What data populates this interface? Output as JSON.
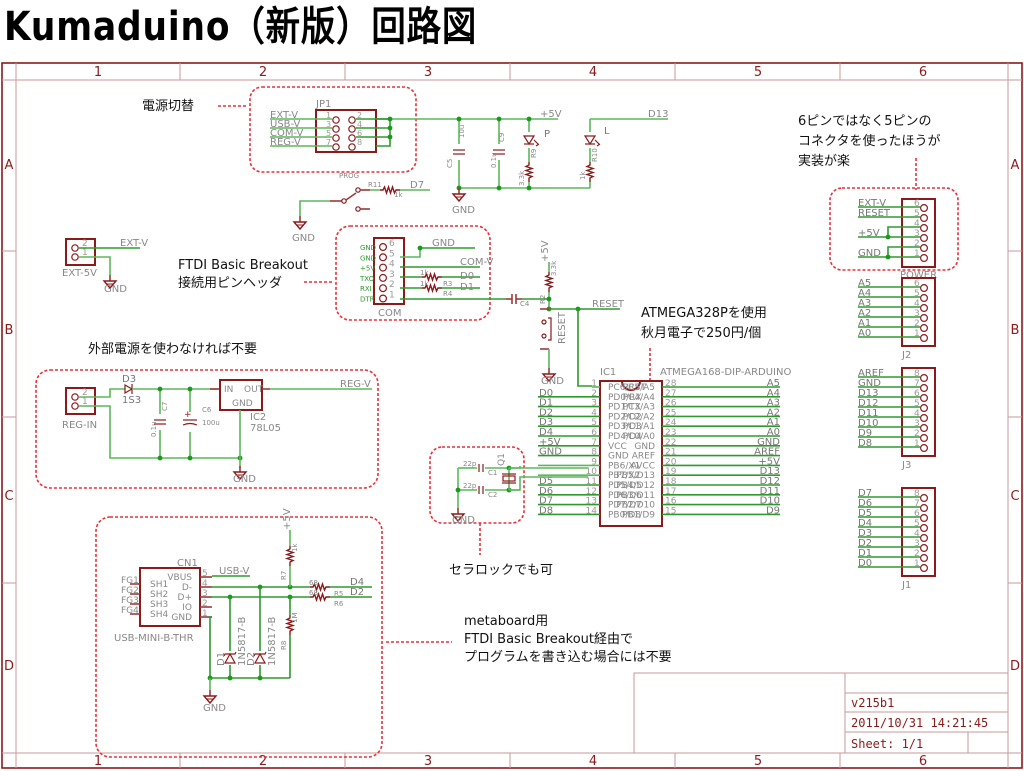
{
  "title": "Kumaduino（新版）回路図",
  "frame": {
    "columns": [
      "1",
      "2",
      "3",
      "4",
      "5",
      "6"
    ],
    "rows": [
      "A",
      "B",
      "C",
      "D"
    ]
  },
  "title_block": {
    "version": "v215b1",
    "datetime": "2011/10/31 14:21:45",
    "sheet": "Sheet: 1/1"
  },
  "notes": {
    "power_switch": "電源切替",
    "ftdi_line1": "FTDI Basic Breakout",
    "ftdi_line2": "接続用ピンヘッダ",
    "ext_power": "外部電源を使わなければ不要",
    "atmega_line1": "ATMEGA328Pを使用",
    "atmega_line2": "秋月電子で250円/個",
    "ceralock": "セラロックでも可",
    "six_pin_line1": "6ピンではなく5ピンの",
    "six_pin_line2": "コネクタを使ったほうが",
    "six_pin_line3": "実装が楽",
    "metaboard_line1": "metaboard用",
    "metaboard_line2": "FTDI Basic Breakout経由で",
    "metaboard_line3": "プログラムを書き込む場合には不要"
  },
  "jp1": {
    "name": "JP1",
    "nets": [
      "EXT-V",
      "USB-V",
      "COM-V",
      "REG-V"
    ],
    "pins_left": [
      "1",
      "3",
      "5",
      "7"
    ],
    "pins_right": [
      "2",
      "4",
      "6",
      "8"
    ]
  },
  "power_rail": {
    "net": "+5V",
    "gnd": "GND",
    "c5": {
      "name": "C5",
      "value": "10u"
    },
    "c9": {
      "name": "C9",
      "value": "0.1u"
    },
    "led_p": {
      "name": "P",
      "res": "R9",
      "value": "3.3k"
    },
    "led_l": {
      "name": "L",
      "res": "R10",
      "value": "1k",
      "net": "D13"
    }
  },
  "prog": {
    "name": "PROG",
    "res": "R11",
    "value": "1k",
    "net": "D7",
    "gnd": "GND"
  },
  "ext5v": {
    "name": "EXT-5V",
    "net": "EXT-V",
    "gnd": "GND",
    "pins": [
      "2",
      "1"
    ]
  },
  "com": {
    "name": "COM",
    "pins": [
      {
        "label": "GND",
        "num": "6"
      },
      {
        "label": "GND",
        "num": "5"
      },
      {
        "label": "+5V",
        "num": "4"
      },
      {
        "label": "TXO",
        "num": "3"
      },
      {
        "label": "RXI",
        "num": "2"
      },
      {
        "label": "DTR",
        "num": "1"
      }
    ],
    "gnd": "GND",
    "com_v": "COM-V",
    "d0": "D0",
    "d1": "D1",
    "r3": "R3",
    "r4": "R4",
    "r_value": "1k",
    "c4": "C4"
  },
  "reset": {
    "vcc": "+5V",
    "r2": "R2",
    "r2_value": "3.3k",
    "net": "RESET",
    "button": "RESET",
    "gnd": "GND"
  },
  "regulator": {
    "connector": "REG-IN",
    "pins": [
      "2",
      "1"
    ],
    "diode": "D3",
    "diode_value": "1S3",
    "c7": {
      "name": "C7",
      "value": "0.1u"
    },
    "c6": {
      "name": "C6",
      "value": "100u"
    },
    "ic": "IC2",
    "ic_value": "78L05",
    "in": "IN",
    "out": "OUT",
    "ic_gnd": "GND",
    "net": "REG-V",
    "gnd": "GND"
  },
  "ic1": {
    "name": "IC1",
    "value": "ATMEGA168-DIP-ARDUINO",
    "left": [
      {
        "num": "1",
        "pin": "PC6/RST",
        "net": ""
      },
      {
        "num": "2",
        "pin": "PD0/RX",
        "net": "D0"
      },
      {
        "num": "3",
        "pin": "PD1/TX",
        "net": "D1"
      },
      {
        "num": "4",
        "pin": "PD2/D2",
        "net": "D2"
      },
      {
        "num": "5",
        "pin": "PD3/D3",
        "net": "D3"
      },
      {
        "num": "6",
        "pin": "PD4/D4",
        "net": "D4"
      },
      {
        "num": "7",
        "pin": "VCC",
        "net": "+5V"
      },
      {
        "num": "8",
        "pin": "GND",
        "net": "GND"
      },
      {
        "num": "9",
        "pin": "PB6/X1",
        "net": ""
      },
      {
        "num": "10",
        "pin": "PB7/X2",
        "net": ""
      },
      {
        "num": "11",
        "pin": "PD5/D5",
        "net": "D5"
      },
      {
        "num": "12",
        "pin": "PD6/D6",
        "net": "D6"
      },
      {
        "num": "13",
        "pin": "PD7/D7",
        "net": "D7"
      },
      {
        "num": "14",
        "pin": "PB0/D8",
        "net": "D8"
      }
    ],
    "right": [
      {
        "num": "28",
        "pin": "PC5/A5",
        "net": "A5"
      },
      {
        "num": "27",
        "pin": "PC4/A4",
        "net": "A4"
      },
      {
        "num": "26",
        "pin": "PC3/A3",
        "net": "A3"
      },
      {
        "num": "25",
        "pin": "PC2/A2",
        "net": "A2"
      },
      {
        "num": "24",
        "pin": "PC1/A1",
        "net": "A1"
      },
      {
        "num": "23",
        "pin": "PC0/A0",
        "net": "A0"
      },
      {
        "num": "22",
        "pin": "GND",
        "net": "GND"
      },
      {
        "num": "21",
        "pin": "AREF",
        "net": "AREF"
      },
      {
        "num": "20",
        "pin": "AVCC",
        "net": "+5V"
      },
      {
        "num": "19",
        "pin": "PB5/D13",
        "net": "D13"
      },
      {
        "num": "18",
        "pin": "PB4/D12",
        "net": "D12"
      },
      {
        "num": "17",
        "pin": "PB3/D11",
        "net": "D11"
      },
      {
        "num": "16",
        "pin": "PB2/D10",
        "net": "D10"
      },
      {
        "num": "15",
        "pin": "PB1/D9",
        "net": "D9"
      }
    ]
  },
  "crystal": {
    "name": "Q1",
    "c1": {
      "name": "C1",
      "value": "22p"
    },
    "c2": {
      "name": "C2",
      "value": "22p"
    },
    "gnd": "GND"
  },
  "power_header": {
    "name": "POWER",
    "pins": [
      {
        "num": "6",
        "net": "EXT-V"
      },
      {
        "num": "5",
        "net": "RESET"
      },
      {
        "num": "4",
        "net": ""
      },
      {
        "num": "3",
        "net": "+5V"
      },
      {
        "num": "2",
        "net": ""
      },
      {
        "num": "1",
        "net": "GND"
      }
    ]
  },
  "j2": {
    "name": "J2",
    "pins": [
      {
        "num": "6",
        "net": "A5"
      },
      {
        "num": "5",
        "net": "A4"
      },
      {
        "num": "4",
        "net": "A3"
      },
      {
        "num": "3",
        "net": "A2"
      },
      {
        "num": "2",
        "net": "A1"
      },
      {
        "num": "1",
        "net": "A0"
      }
    ]
  },
  "j3": {
    "name": "J3",
    "pins": [
      {
        "num": "8",
        "net": "AREF"
      },
      {
        "num": "7",
        "net": "GND"
      },
      {
        "num": "6",
        "net": "D13"
      },
      {
        "num": "5",
        "net": "D12"
      },
      {
        "num": "4",
        "net": "D11"
      },
      {
        "num": "3",
        "net": "D10"
      },
      {
        "num": "2",
        "net": "D9"
      },
      {
        "num": "1",
        "net": "D8"
      }
    ]
  },
  "j1": {
    "name": "J1",
    "pins": [
      {
        "num": "8",
        "net": "D7"
      },
      {
        "num": "7",
        "net": "D6"
      },
      {
        "num": "6",
        "net": "D5"
      },
      {
        "num": "5",
        "net": "D4"
      },
      {
        "num": "4",
        "net": "D3"
      },
      {
        "num": "3",
        "net": "D2"
      },
      {
        "num": "2",
        "net": "D1"
      },
      {
        "num": "1",
        "net": "D0"
      }
    ]
  },
  "usb": {
    "name": "CN1",
    "value": "USB-MINI-B-THR",
    "fg": [
      "FG1",
      "FG2",
      "FG3",
      "FG4"
    ],
    "inner_left": [
      "SH1",
      "SH2",
      "SH3",
      "SH4"
    ],
    "inner_right": [
      "VBUS",
      "D-",
      "D+",
      "IO",
      "GND"
    ],
    "pin_nums": [
      "5",
      "4",
      "3",
      "2",
      "1"
    ],
    "usb_v": "USB-V",
    "vcc": "+5V",
    "r7": {
      "name": "R7",
      "value": "1k"
    },
    "r8": {
      "name": "R8",
      "value": "1M"
    },
    "r5": {
      "name": "R5",
      "value": "68"
    },
    "r6": {
      "name": "R6",
      "value": "68"
    },
    "d4": "D4",
    "d2": "D2",
    "d1": {
      "name": "D1",
      "value": "1N5817-B"
    },
    "d2diode": {
      "name": "D2",
      "value": "1N5817-B"
    },
    "gnd": "GND"
  }
}
